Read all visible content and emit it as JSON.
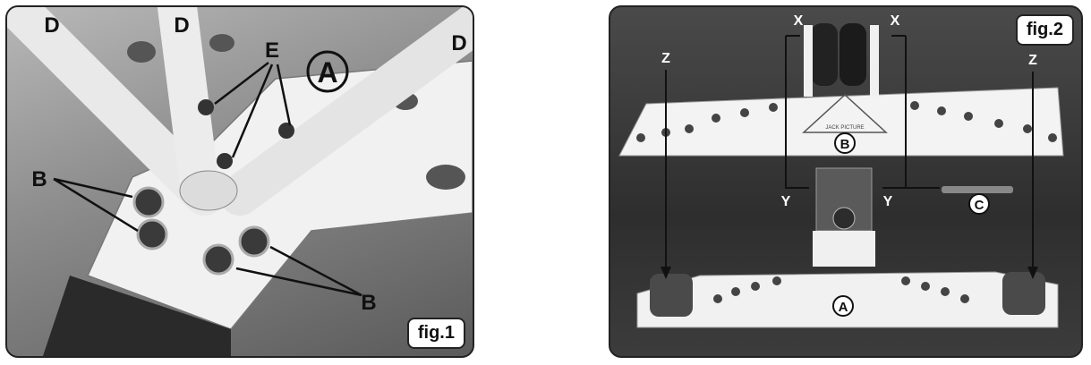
{
  "fig1": {
    "caption": "fig.1",
    "labels": {
      "tube": "D",
      "screws": "E",
      "section": "A",
      "nuts": "B"
    }
  },
  "fig2": {
    "caption": "fig.2",
    "labels": {
      "x": "X",
      "y": "Y",
      "z": "Z",
      "top_plate": "B",
      "bottom_plate": "A",
      "pin": "C"
    },
    "plate_text": "JACK PICTURE"
  }
}
